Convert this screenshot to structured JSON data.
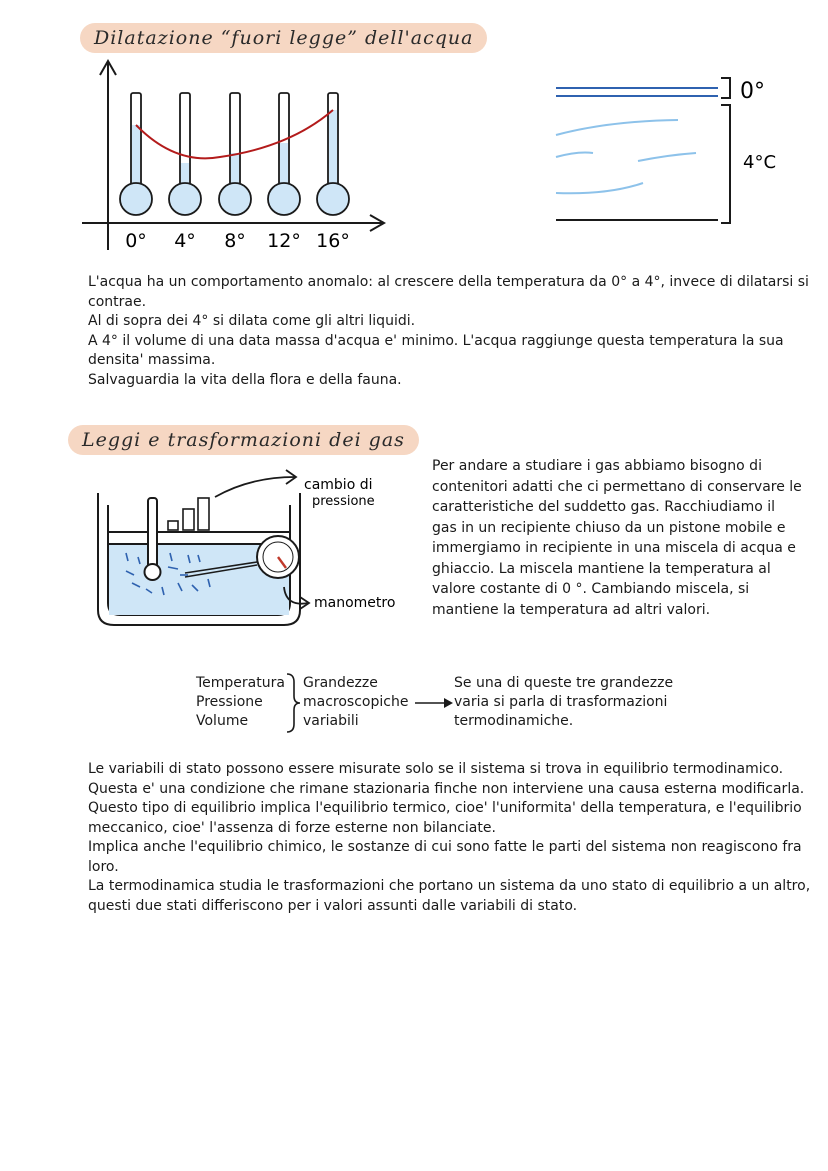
{
  "section1": {
    "title": "Dilatazione “fuori legge” dell'acqua",
    "thermometer_labels": [
      "0°",
      "4°",
      "8°",
      "12°",
      "16°"
    ],
    "lake_label_top": "0°",
    "lake_label_bottom": "4°C",
    "paragraphs": [
      "L'acqua ha un comportamento anomalo: al crescere della temperatura da 0° a 4°, invece di dilatarsi si contrae.",
      "Al di sopra dei 4° si dilata come gli altri liquidi.",
      "A 4° il volume di una data massa d'acqua e' minimo. L'acqua raggiunge questa temperatura la sua densita' massima.",
      "Salvaguardia la vita della flora e della fauna."
    ]
  },
  "section2": {
    "title": "Leggi e trasformazioni dei gas",
    "label_pressure_change_1": "cambio di",
    "label_pressure_change_2": "pressione",
    "label_manometer": "manometro",
    "description": "Per andare a studiare i gas abbiamo bisogno di contenitori adatti che ci permettano di conservare le caratteristiche del suddetto gas. Racchiudiamo il gas in un recipiente chiuso da un pistone mobile e immergiamo in recipiente in una miscela di acqua e ghiaccio. La miscela mantiene la temperatura al valore costante di 0 °. Cambiando miscela, si mantiene la temperatura ad altri valori.",
    "variables": [
      "Temperatura",
      "Pressione",
      "Volume"
    ],
    "variables_group": [
      "Grandezze",
      "macroscopiche",
      "variabili"
    ],
    "variables_note": [
      "Se una di queste tre grandezze",
      "varia si parla di trasformazioni",
      "termodinamiche."
    ],
    "paragraphs": [
      "Le variabili di stato possono essere misurate solo se il sistema si trova in equilibrio termodinamico.",
      "Questa e' una condizione che rimane stazionaria finche non interviene una causa esterna modificarla.",
      "Questo tipo di equilibrio implica l'equilibrio termico, cioe' l'uniformita' della temperatura, e l'equilibrio meccanico, cioe' l'assenza di forze esterne non bilanciate.",
      "Implica anche l'equilibrio chimico, le sostanze di cui sono fatte le parti del sistema non reagiscono fra loro.",
      "La termodinamica studia le trasformazioni che portano un sistema da uno stato di equilibrio a un altro, questi due stati differiscono per i valori assunti dalle variabili di stato."
    ]
  },
  "colors": {
    "highlight": "#f6d7c3",
    "water": "#cfe6f7",
    "curve": "#b31b1b",
    "ink": "#1a1a1a"
  }
}
